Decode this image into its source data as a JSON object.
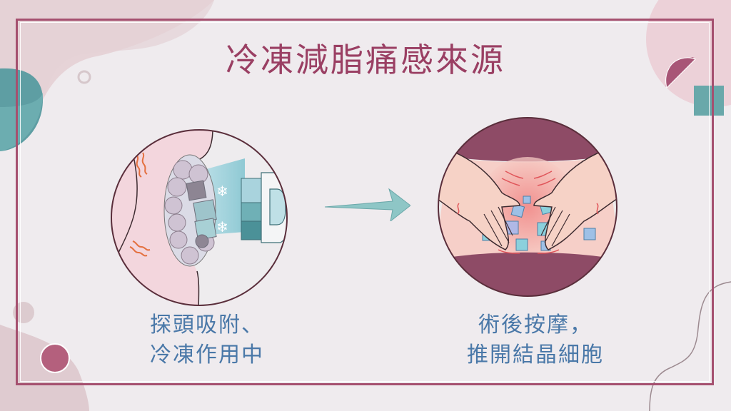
{
  "slide": {
    "title": "冷凍減脂痛感來源",
    "left_panel": {
      "caption_line1": "探頭吸附、",
      "caption_line2": "冷凍作用中",
      "illustration": "cryolipolysis-applicator-on-body"
    },
    "right_panel": {
      "caption_line1": "術後按摩，",
      "caption_line2": "推開結晶細胞",
      "illustration": "post-treatment-massage"
    },
    "arrow": "right-arrow-icon"
  },
  "colors": {
    "background": "#efebee",
    "frame": "#a5506f",
    "title": "#9a3f63",
    "caption": "#4a78a8",
    "teal": "#5fa3a6",
    "pink": "#ecccd4",
    "maroon": "#8e4b66"
  }
}
